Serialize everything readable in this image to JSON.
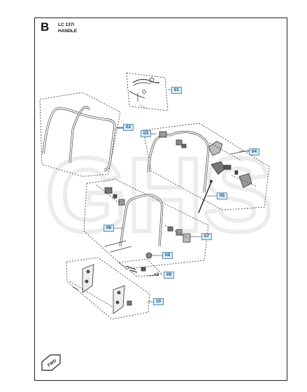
{
  "header": {
    "section_letter": "B",
    "model": "LC 137i",
    "title": "HANDLE"
  },
  "callouts": [
    "01",
    "02",
    "03",
    "04",
    "05",
    "06",
    "07",
    "08",
    "09",
    "10"
  ],
  "quantity_label": "x2",
  "watermark": "GHS",
  "direction_label": "FWD",
  "colors": {
    "callout_fill": "#d7ebf7",
    "callout_border": "#5a8fb5",
    "callout_text": "#1d4e74",
    "watermark": "#f0f0f0"
  }
}
